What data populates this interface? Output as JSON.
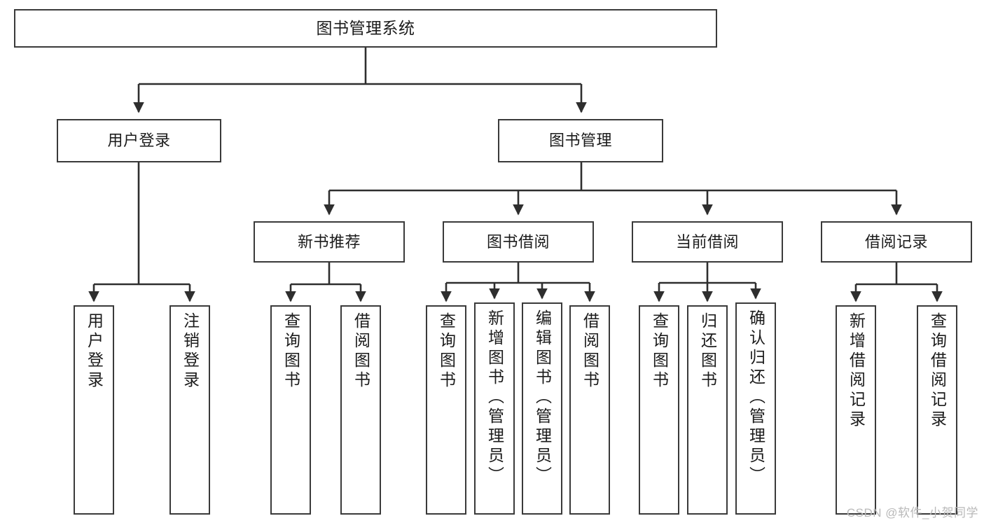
{
  "diagram": {
    "title": "图书管理系统",
    "type": "tree",
    "watermark": "CSDN @软件_小贺同学",
    "colors": {
      "box_border": "#3a3a3a",
      "box_fill": "#ffffff",
      "connector": "#2e2e2e",
      "text": "#1b1b1b",
      "watermark": "#b9b9b9",
      "background": "#ffffff"
    },
    "root": {
      "label": "图书管理系统"
    },
    "level1": [
      {
        "label": "用户登录"
      },
      {
        "label": "图书管理"
      }
    ],
    "level2": [
      {
        "label": "新书推荐"
      },
      {
        "label": "图书借阅"
      },
      {
        "label": "当前借阅"
      },
      {
        "label": "借阅记录"
      }
    ],
    "leaves": {
      "user_login": [
        {
          "label": "用户登录"
        },
        {
          "label": "注销登录"
        }
      ],
      "new_book_recommend": [
        {
          "label": "查询图书"
        },
        {
          "label": "借阅图书"
        }
      ],
      "book_borrow": [
        {
          "label": "查询图书"
        },
        {
          "label": "新增图书（管理员）"
        },
        {
          "label": "编辑图书（管理员）"
        },
        {
          "label": "借阅图书"
        }
      ],
      "current_borrow": [
        {
          "label": "查询图书"
        },
        {
          "label": "归还图书"
        },
        {
          "label": "确认归还（管理员）"
        }
      ],
      "borrow_record": [
        {
          "label": "新增借阅记录"
        },
        {
          "label": "查询借阅记录"
        }
      ]
    }
  }
}
